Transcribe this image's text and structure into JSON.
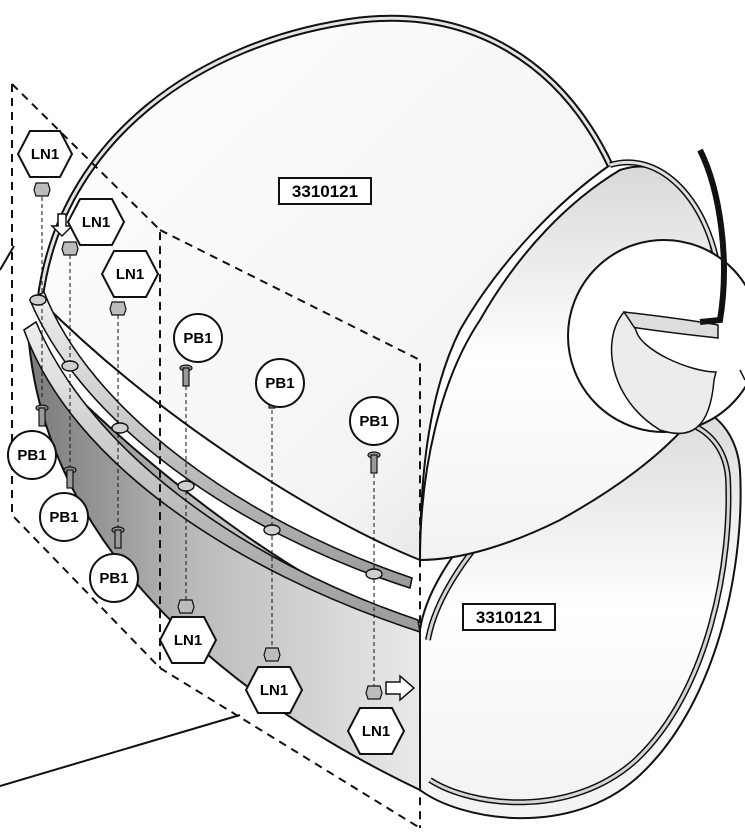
{
  "parts": {
    "upper_panel": "3310121",
    "lower_panel": "3310121"
  },
  "callouts": {
    "nut": "LN1",
    "bolt": "PB1"
  }
}
